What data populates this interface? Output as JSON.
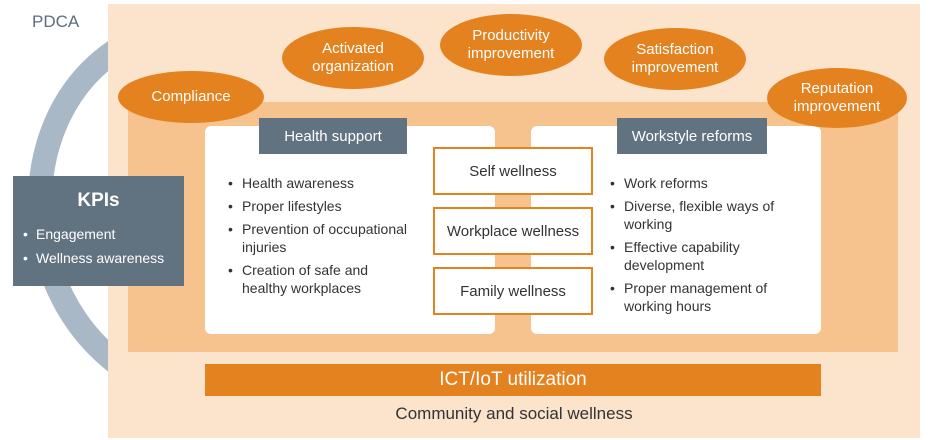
{
  "pdca_label": "PDCA",
  "outcomes": [
    {
      "label": "Compliance"
    },
    {
      "label": "Activated\norganization"
    },
    {
      "label": "Productivity\nimprovement"
    },
    {
      "label": "Satisfaction\nimprovement"
    },
    {
      "label": "Reputation\nimprovement"
    }
  ],
  "health_support": {
    "title": "Health support",
    "items": [
      "Health awareness",
      "Proper lifestyles",
      "Prevention of occupational injuries",
      "Creation of safe and healthy workplaces"
    ]
  },
  "workstyle_reforms": {
    "title": "Workstyle reforms",
    "items": [
      "Work reforms",
      "Diverse, flexible ways of working",
      "Effective capability development",
      "Proper management of working hours"
    ]
  },
  "wellness": [
    "Self wellness",
    "Workplace wellness",
    "Family wellness"
  ],
  "kpis": {
    "title": "KPIs",
    "items": [
      "Engagement",
      "Wellness awareness"
    ]
  },
  "ict_label": "ICT/IoT utilization",
  "community_label": "Community and social wellness",
  "colors": {
    "orange": "#e4821f",
    "slate": "#617281",
    "light_peach": "#fbe3cc",
    "peach": "#f6c28d",
    "arrow": "#a9b8c6"
  }
}
